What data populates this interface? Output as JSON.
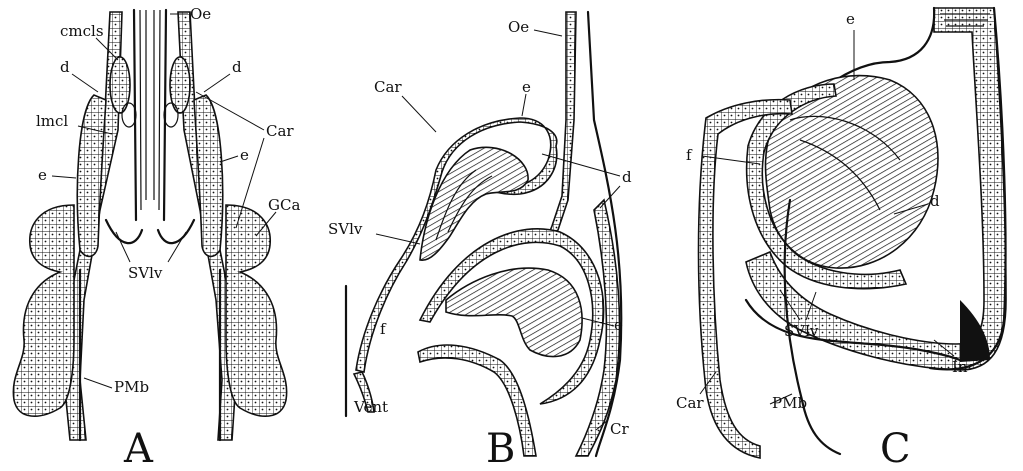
{
  "panels": [
    {
      "letter": "A",
      "labels": {
        "oe": "Oe",
        "cmcls": "cmcls",
        "d_left": "d",
        "d_right": "d",
        "lmcl": "lmcl",
        "car": "Car",
        "e_left": "e",
        "e_right": "e",
        "gca": "GCa",
        "svlv": "SVlv",
        "pmb": "PMb"
      }
    },
    {
      "letter": "B",
      "labels": {
        "oe": "Oe",
        "e_top": "e",
        "car": "Car",
        "d": "d",
        "svlv": "SVlv",
        "f": "f",
        "e_bottom": "e",
        "vent": "Vent",
        "cr": "Cr"
      }
    },
    {
      "letter": "C",
      "labels": {
        "e": "e",
        "f": "f",
        "d": "d",
        "svlv": "SVlv",
        "in": "In",
        "car": "Car",
        "pmb": "PMb"
      }
    }
  ]
}
